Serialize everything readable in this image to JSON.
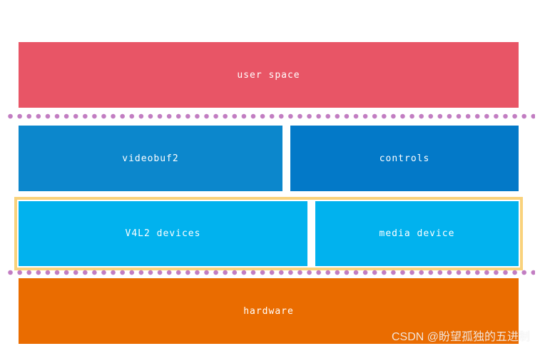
{
  "colors": {
    "user_space": "#e85566",
    "videobuf2": "#0c87cc",
    "controls": "#0379c8",
    "v4l2": "#01b2ee",
    "media": "#01b2ee",
    "hardware": "#ea6c00",
    "dots": "#c27dc2",
    "frame": "#f9d27c"
  },
  "layers": {
    "user_space": "user space",
    "videobuf2": "videobuf2",
    "controls": "controls",
    "v4l2_devices": "V4L2 devices",
    "media_device": "media device",
    "hardware": "hardware"
  },
  "watermark": "CSDN @盼望孤独的五进制"
}
